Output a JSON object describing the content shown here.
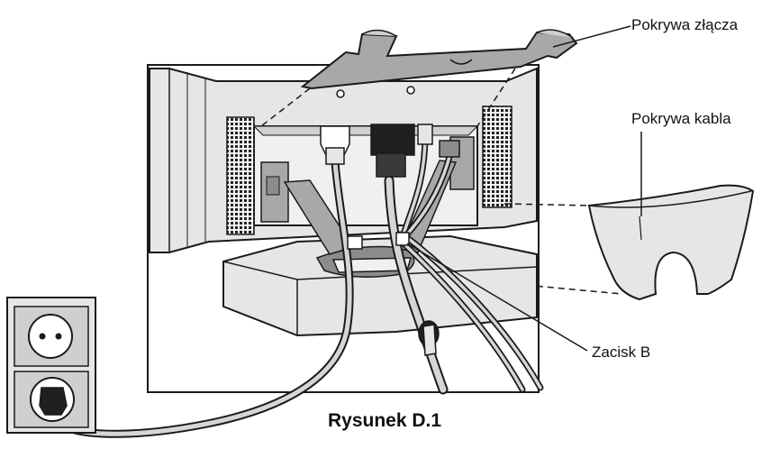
{
  "figure": {
    "caption": "Rysunek D.1",
    "callouts": {
      "connector_cover": "Pokrywa złącza",
      "cable_cover": "Pokrywa kabla",
      "clamp_b": "Zacisk B"
    }
  },
  "colors": {
    "line": "#1a1a1a",
    "panel_dark": "#8c8c8c",
    "panel_mid": "#a8a8a8",
    "panel_light": "#cfcfcf",
    "surface": "#e6e6e6",
    "cable_fill": "#d6d6d6",
    "background": "#ffffff"
  }
}
